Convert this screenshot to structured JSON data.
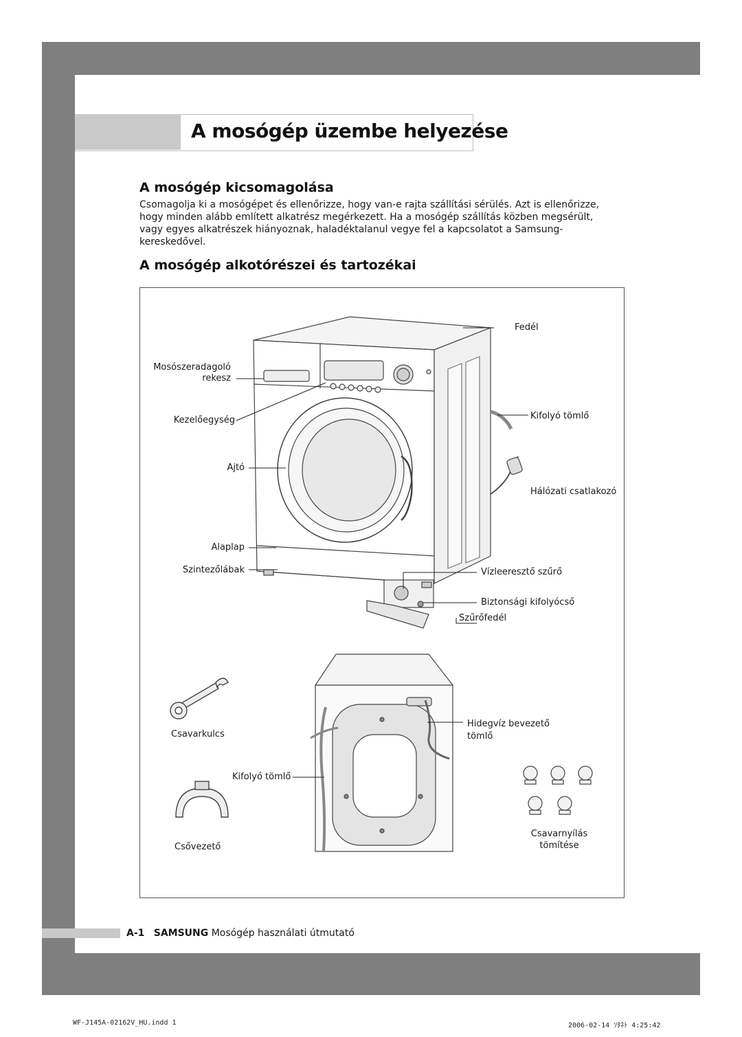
{
  "page": {
    "title": "A mosógép üzembe helyezése",
    "section1": {
      "heading": "A mosógép kicsomagolása",
      "text": "Csomagolja ki a mosógépet és ellenőrizze, hogy van-e rajta szállítási sérülés. Azt is ellenőrizze, hogy minden alább említett alkatrész megérkezett. Ha a mosógép szállítás közben megsérült, vagy egyes alkatrészek hiányoznak, haladéktalanul vegye fel a kapcsolatot a Samsung-kereskedővel."
    },
    "section2": {
      "heading": "A mosógép alkotórészei és tartozékai"
    },
    "labels": {
      "fedel": "Fedél",
      "mososzeradagolo_1": "Mosószeradagoló",
      "mososzeradagolo_2": "rekesz",
      "kezeloegyseg": "Kezelőegység",
      "kifolyo_tomlo_right": "Kifolyó tömlő",
      "ajto": "Ajtó",
      "halozati": "Hálózati csatlakozó",
      "alaplap": "Alaplap",
      "szintezolabak": "Szintezőlábak",
      "vizleereszto": "Vízleeresztő szűrő",
      "biztonsagi": "Biztonsági kifolyócső",
      "szurofedel": "Szűrőfedél",
      "csavarkulcs": "Csavarkulcs",
      "hidegviz_1": "Hidegvíz bevezető",
      "hidegviz_2": "tömlő",
      "kifolyo_tomlo_back": "Kifolyó tömlő",
      "csavarnyilas_1": "Csavarnyílás",
      "csavarnyilas_2": "tömítése",
      "csovezeto": "Csővezető"
    },
    "footer": {
      "page_no": "A-1",
      "brand": "SAMSUNG",
      "text": "Mosógép használati útmutató"
    },
    "print": {
      "file": "WF-J145A-02162V_HU.indd   1",
      "date": "2006-02-14   ｿﾀﾈﾄ 4:25:42"
    }
  }
}
